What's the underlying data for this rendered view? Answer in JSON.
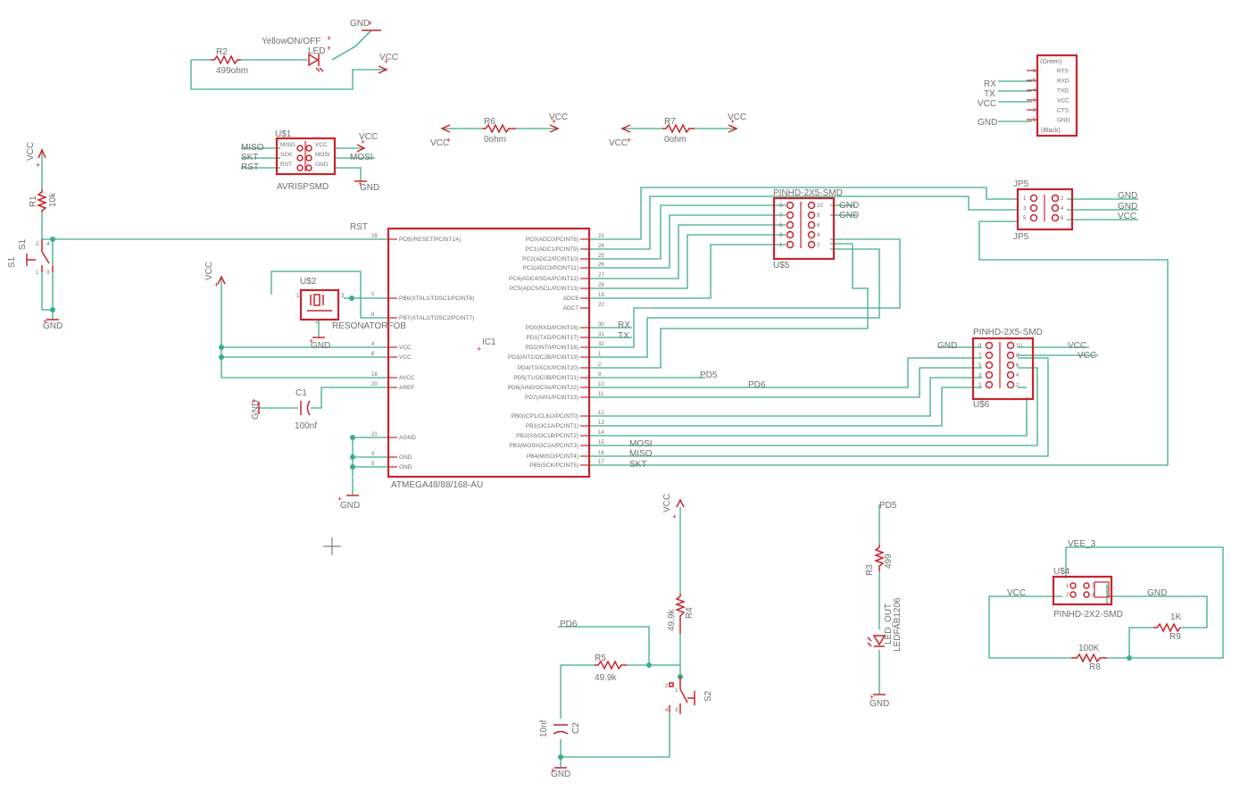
{
  "power": {
    "vcc": "VCC",
    "gnd": "GND",
    "vee": "VEE_3"
  },
  "mcu": {
    "name": "ATMEGA48/88/168-AU",
    "ic_label": "IC1",
    "left_pins": [
      {
        "num": "29",
        "name": "PC6(/RESET/PCINT14)"
      },
      {
        "num": "7",
        "name": "PB6(XTAL1/TOSC1/PCINT6)"
      },
      {
        "num": "8",
        "name": "PB7(XTAL2/TOSC2/PCINT7)"
      },
      {
        "num": "4",
        "name": "VCC"
      },
      {
        "num": "6",
        "name": "VCC"
      },
      {
        "num": "18",
        "name": "AVCC"
      },
      {
        "num": "20",
        "name": "AREF"
      },
      {
        "num": "21",
        "name": "AGND"
      },
      {
        "num": "3",
        "name": "GND"
      },
      {
        "num": "5",
        "name": "GND"
      }
    ],
    "right_pins": [
      {
        "num": "23",
        "name": "PC0(ADC0/PCINT8)"
      },
      {
        "num": "24",
        "name": "PC1(ADC1/PCINT9)"
      },
      {
        "num": "25",
        "name": "PC2(ADC2/PCINT10)"
      },
      {
        "num": "26",
        "name": "PC3(ADC3/PCINT11)"
      },
      {
        "num": "27",
        "name": "PC4(ADC4/SDA/PCINT12)"
      },
      {
        "num": "28",
        "name": "PC5(ADC5/SCL/PCINT13)"
      },
      {
        "num": "19",
        "name": "ADC6"
      },
      {
        "num": "22",
        "name": "ADC7"
      },
      {
        "num": "30",
        "name": "PD0(RXD/PCINT16)"
      },
      {
        "num": "31",
        "name": "PD1(TXD/PCINT17)"
      },
      {
        "num": "32",
        "name": "PD2(INT0/PCINT18)"
      },
      {
        "num": "1",
        "name": "PD3(INT1/OC2B/PCINT19)"
      },
      {
        "num": "2",
        "name": "PD4(T0/XCK/PCINT20)"
      },
      {
        "num": "9",
        "name": "PD5(T1/OC0B/PCINT21)"
      },
      {
        "num": "10",
        "name": "PD6(AIN0/OC0A/PCINT22)"
      },
      {
        "num": "11",
        "name": "PD7(AIN1/PCINT23)"
      },
      {
        "num": "12",
        "name": "PB0(ICP1/CLKO/PCINT0)"
      },
      {
        "num": "13",
        "name": "PB1(OC1A/PCINT1)"
      },
      {
        "num": "14",
        "name": "PB2(SS/OC1B/PCINT2)"
      },
      {
        "num": "15",
        "name": "PB3(MOSI/OC2A/PCINT3)"
      },
      {
        "num": "16",
        "name": "PB4(MISO/PCINT4)"
      },
      {
        "num": "17",
        "name": "PB5(SCK/PCINT5)"
      }
    ]
  },
  "nets": {
    "rst": "RST",
    "rx": "RX",
    "tx": "TX",
    "pd5": "PD5",
    "pd6": "PD6",
    "mosi": "MOSI",
    "miso": "MISO",
    "skt": "SKT",
    "sck": "SKT"
  },
  "r2": {
    "name": "R2",
    "value": "499ohm"
  },
  "led_yellow": {
    "name": "YellowON/OFF",
    "ref": "LED"
  },
  "r6": {
    "name": "R6",
    "value": "0ohm"
  },
  "r7": {
    "name": "R7",
    "value": "0ohm"
  },
  "r1": {
    "name": "R1",
    "value": "10k"
  },
  "s1": {
    "name": "S1",
    "pins": [
      "2",
      "4",
      "1",
      "3"
    ]
  },
  "u1": {
    "name": "U$1",
    "type": "AVRISPSMD",
    "left": [
      "MISO",
      "SCK",
      "RST"
    ],
    "right": [
      "VCC",
      "MOSI",
      "GND"
    ]
  },
  "u2": {
    "name": "U$2",
    "type": "RESONATORFOB",
    "pins": [
      "1",
      "2",
      "3"
    ]
  },
  "c1": {
    "name": "C1",
    "value": "100nf"
  },
  "u5": {
    "name": "U$5",
    "type": "PINHD-2X5-SMD",
    "pins_left": [
      "9",
      "7",
      "5",
      "3",
      "1"
    ],
    "pins_right": [
      "10",
      "8",
      "6",
      "4",
      "2"
    ]
  },
  "u6": {
    "name": "U$6",
    "type": "PINHD-2X5-SMD",
    "pins_left": [
      "9",
      "7",
      "5",
      "3",
      "1"
    ],
    "pins_right": [
      "10",
      "8",
      "6",
      "4",
      "2"
    ]
  },
  "jp5": {
    "name": "JP5",
    "pins_left": [
      "1",
      "3",
      "5"
    ],
    "pins_right": [
      "2",
      "4",
      "6"
    ]
  },
  "ftdi": {
    "top": "(Green)",
    "bottom": "(Black)",
    "pins": [
      "RTS",
      "RXD",
      "TXD",
      "VCC",
      "CTS",
      "GND"
    ],
    "nums": [
      "6",
      "5",
      "4",
      "3",
      "2",
      "1"
    ]
  },
  "r4": {
    "name": "R4",
    "value": "49.9k"
  },
  "r5": {
    "name": "R5",
    "value": "49.9k"
  },
  "s2": {
    "name": "S2",
    "pins": [
      "2",
      "1",
      "4",
      "3"
    ]
  },
  "c2": {
    "name": "C2",
    "value": "10nf"
  },
  "r3": {
    "name": "R3",
    "value": "499"
  },
  "led_out": {
    "name": "LED_OUT",
    "type": "LEDFAB1206"
  },
  "u4": {
    "name": "U$4",
    "type": "PINHD-2X2-SMD",
    "pins": [
      "1",
      "2",
      "3",
      "4"
    ]
  },
  "r9": {
    "name": "R9",
    "value": "1K"
  },
  "r8": {
    "name": "R8",
    "value": "100K"
  }
}
